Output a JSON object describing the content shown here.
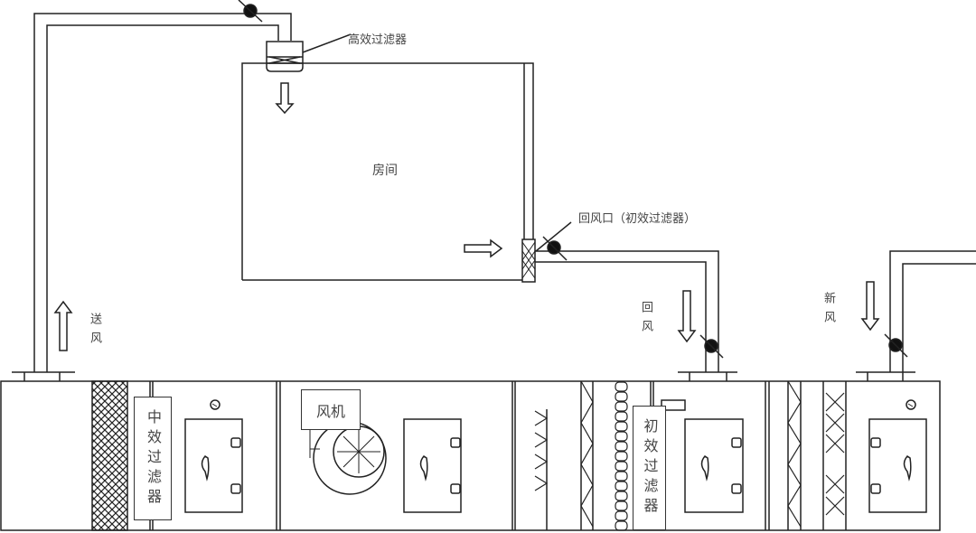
{
  "labels": {
    "hepa_filter": "高效过滤器",
    "room": "房间",
    "return_inlet": "回风口（初效过滤器）",
    "return_air": "回风",
    "fresh_air": "新风",
    "supply_air": "送风",
    "medium_filter": "中效过滤器",
    "fan": "风机",
    "primary_filter": "初效过滤器"
  },
  "colors": {
    "line": "#222222",
    "background": "#ffffff"
  }
}
